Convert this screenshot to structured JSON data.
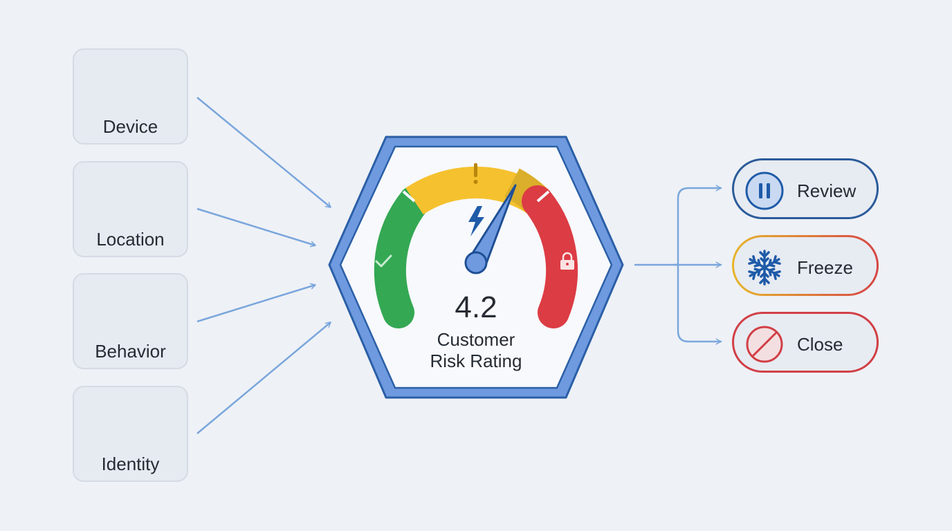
{
  "inputs": [
    {
      "label": "Device",
      "icon": "device-icon"
    },
    {
      "label": "Location",
      "icon": "location-pin-icon"
    },
    {
      "label": "Behavior",
      "icon": "activity-pulse-icon"
    },
    {
      "label": "Identity",
      "icon": "id-badge-icon"
    }
  ],
  "gauge": {
    "value": "4.2",
    "label_line1": "Customer",
    "label_line2": "Risk Rating",
    "zones": [
      {
        "name": "low",
        "color": "#34a853",
        "icon": "check-icon"
      },
      {
        "name": "medium",
        "color": "#f5c12e",
        "icon": "exclamation-icon"
      },
      {
        "name": "high",
        "color": "#dc3c44",
        "icon": "lock-icon"
      }
    ],
    "center_icon": "lightning-bolt-icon"
  },
  "actions": [
    {
      "label": "Review",
      "icon": "pause-icon",
      "color": "#2b5b9a"
    },
    {
      "label": "Freeze",
      "icon": "snowflake-icon",
      "color": "#1f5ba8"
    },
    {
      "label": "Close",
      "icon": "prohibited-icon",
      "color": "#d13f45"
    }
  ],
  "colors": {
    "background": "#eef1f6",
    "connector": "#7aa6dc",
    "hexagon_border": "#2b5fa6",
    "hexagon_inner": "#6f9ae0"
  }
}
